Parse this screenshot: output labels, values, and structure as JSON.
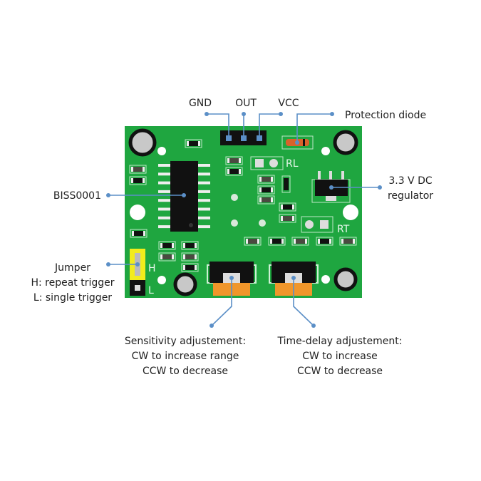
{
  "colors": {
    "board": "#1fa640",
    "callout": "#5b8fc7",
    "jumper": "#f2ec1c",
    "pot_base": "#f0962a"
  },
  "pins": {
    "gnd": "GND",
    "out": "OUT",
    "vcc": "VCC"
  },
  "labels": {
    "diode": "Protection diode",
    "regulator_1": "3.3 V DC",
    "regulator_2": "regulator",
    "ic": "BISS0001",
    "jumper_1": "Jumper",
    "jumper_2": "H: repeat trigger",
    "jumper_3": "L: single trigger",
    "sens_1": "Sensitivity adjustement:",
    "sens_2": "CW to increase range",
    "sens_3": "CCW to decrease",
    "time_1": "Time-delay adjustement:",
    "time_2": "CW to increase",
    "time_3": "CCW to decrease"
  },
  "silkscreen": {
    "rl": "RL",
    "rt": "RT",
    "h": "H",
    "l": "L"
  }
}
